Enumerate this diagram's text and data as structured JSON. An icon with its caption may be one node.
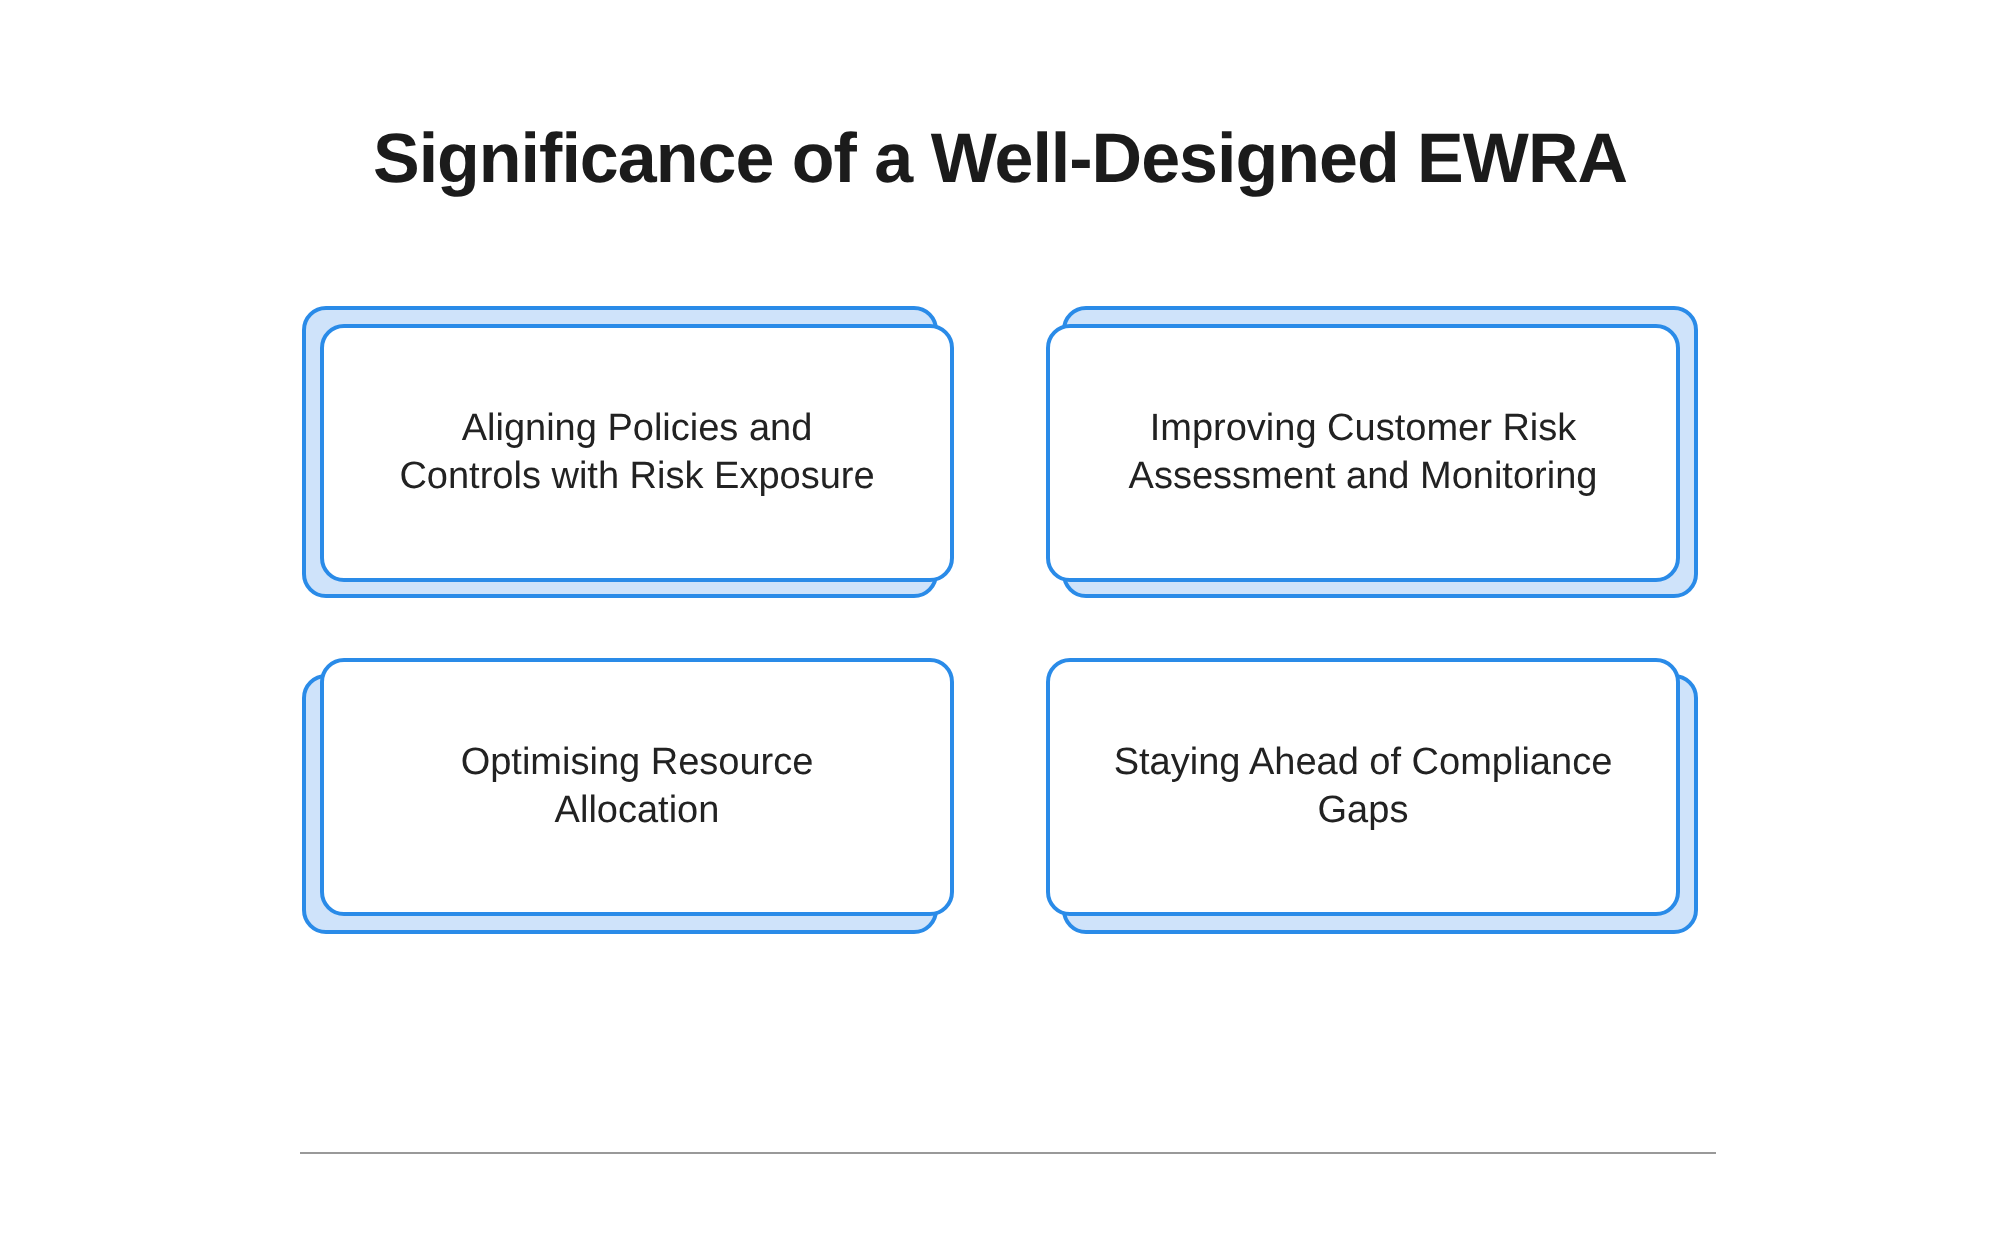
{
  "diagram": {
    "title": "Significance of a Well-Designed EWRA",
    "nodes": [
      {
        "text": [
          "Aligning Policies and Controls with Risk Exposure"
        ]
      },
      {
        "text": [
          "Improving Customer Risk Assessment and Monitoring"
        ]
      },
      {
        "text": [
          "Optimising Resource Allocation"
        ]
      },
      {
        "text": [
          "Staying Ahead of Compliance Gaps"
        ]
      }
    ],
    "edges": []
  }
}
